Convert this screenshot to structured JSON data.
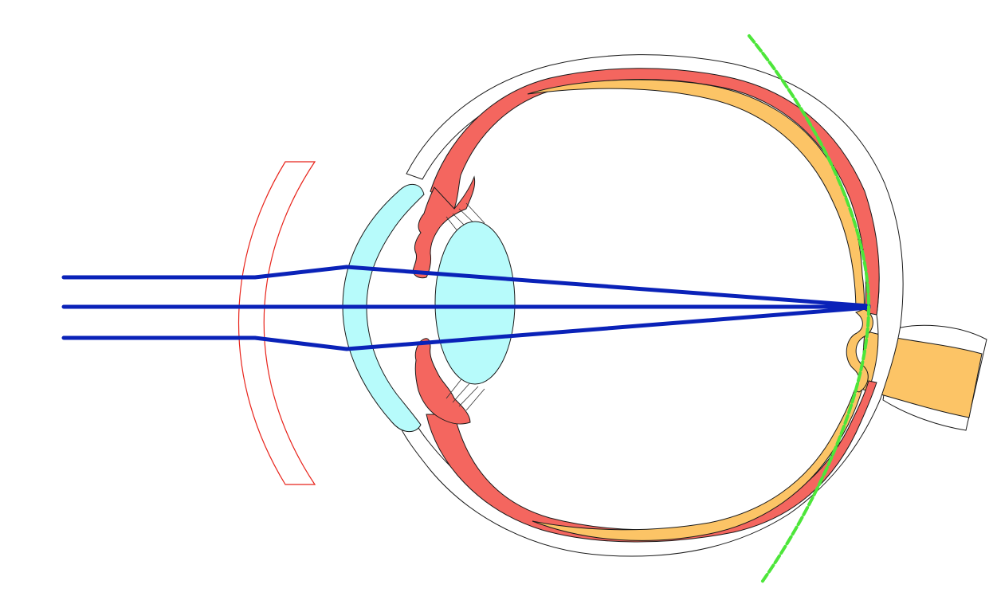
{
  "diagram": {
    "colors": {
      "background": "#ffffff",
      "sclera": "#ffffff",
      "choroid_iris": "#f4665f",
      "retina_nerve": "#fcc466",
      "cornea_lens": "#b7fbfb",
      "ray": "#0a22b8",
      "focal_plane": "#4de63a",
      "corrective_lens": "#e8231a",
      "outline": "#1a1a1a"
    },
    "parts": [
      "sclera",
      "choroid",
      "retina",
      "optic-nerve",
      "cornea",
      "iris",
      "ciliary-body",
      "zonular-fibers",
      "crystalline-lens",
      "corrective-concave-lens",
      "light-rays",
      "focal-curve"
    ],
    "rays": {
      "count": 3,
      "converge_on_retina": true
    }
  }
}
